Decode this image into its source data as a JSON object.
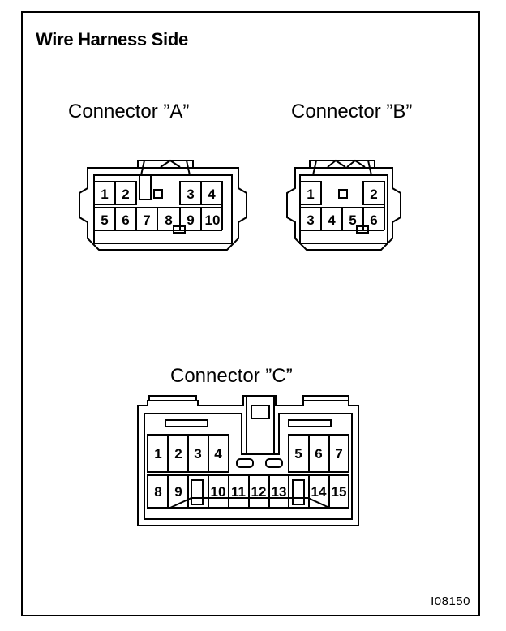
{
  "diagram": {
    "title": "Wire Harness Side",
    "figure_code": "I08150",
    "connectors": {
      "a": {
        "label": "Connector ”A”",
        "pins": [
          "1",
          "2",
          "3",
          "4",
          "5",
          "6",
          "7",
          "8",
          "9",
          "10"
        ]
      },
      "b": {
        "label": "Connector ”B”",
        "pins": [
          "1",
          "2",
          "3",
          "4",
          "5",
          "6"
        ]
      },
      "c": {
        "label": "Connector ”C”",
        "pins": [
          "1",
          "2",
          "3",
          "4",
          "5",
          "6",
          "7",
          "8",
          "9",
          "10",
          "11",
          "12",
          "13",
          "14",
          "15"
        ]
      }
    }
  }
}
